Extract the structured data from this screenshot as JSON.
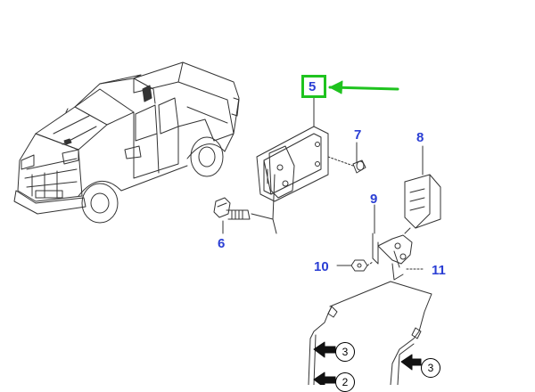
{
  "callouts": {
    "c5": "5",
    "c6": "6",
    "c7": "7",
    "c8": "8",
    "c9": "9",
    "c10": "10",
    "c11": "11"
  },
  "refs": {
    "r1": "3",
    "r2": "2",
    "r3": "3"
  },
  "colors": {
    "callout": "#2b3fd4",
    "highlight": "#1fc31f",
    "line": "#333333"
  },
  "icons": [
    "truck-illustration",
    "fuel-door-assembly",
    "bolt",
    "bushing",
    "rubber-bumper",
    "cable",
    "nut",
    "latch",
    "arrow"
  ]
}
